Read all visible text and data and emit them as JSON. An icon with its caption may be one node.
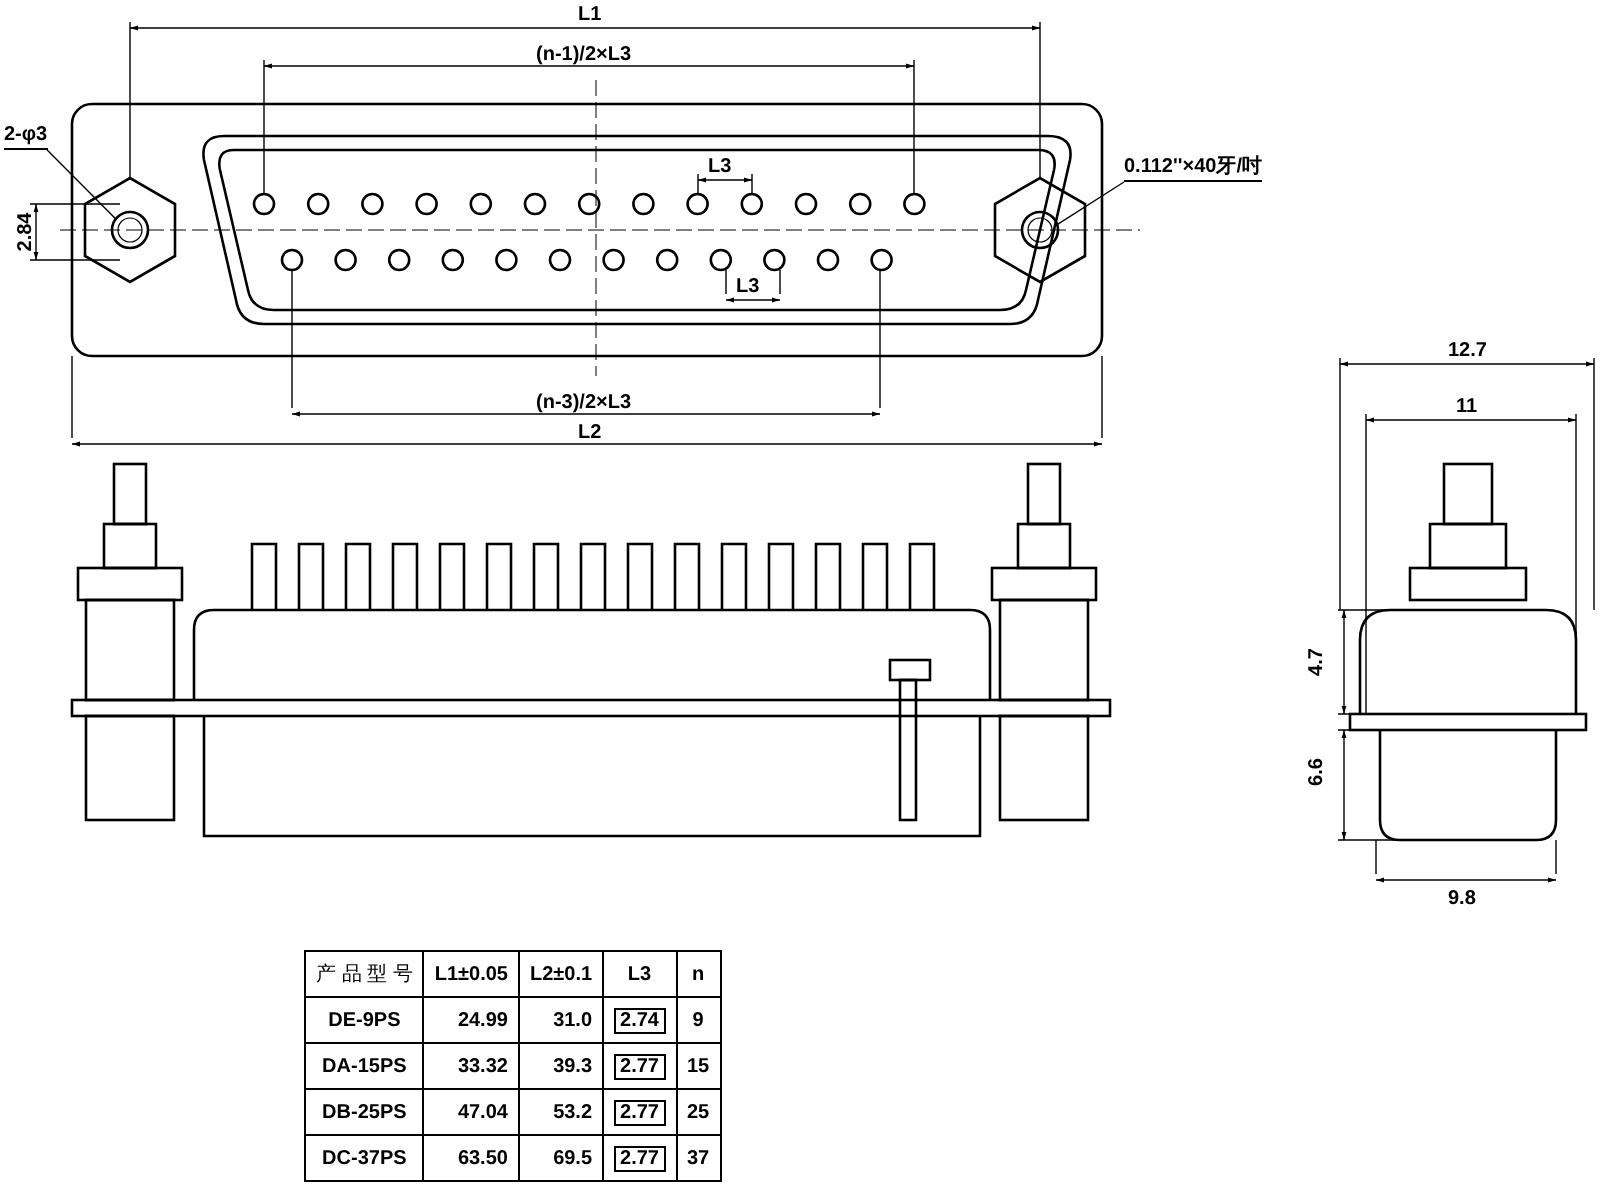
{
  "diagram": {
    "nodes": [
      {
        "text": [
          "2-φ3"
        ]
      },
      {
        "text": [],
        "shape": "circle"
      },
      {
        "text": [],
        "shape": "circle"
      },
      {
        "text": [
          "0.112''×40牙/吋"
        ]
      }
    ],
    "edges": [
      {
        "from": 0,
        "to": 1,
        "arrow": "none"
      },
      {
        "from": 3,
        "to": 2,
        "arrow": "none"
      }
    ],
    "labels": [
      "L1",
      "(n-1)/2×L3",
      "L3",
      "2.84",
      "L3",
      "(n-3)/2×L3",
      "L2",
      "12.7",
      "11",
      "4.7",
      "6.6",
      "9.8",
      "产 品 型 号",
      "L1±0.05",
      "L2±0.1",
      "L3",
      "n",
      "DE-9PS",
      "24.99",
      "31.0",
      "2.74",
      "9",
      "DA-15PS",
      "33.32",
      "39.3",
      "2.77",
      "15",
      "DB-25PS",
      "47.04",
      "53.2",
      "2.77",
      "25",
      "DC-37PS",
      "63.50",
      "69.5",
      "2.77",
      "37"
    ]
  }
}
